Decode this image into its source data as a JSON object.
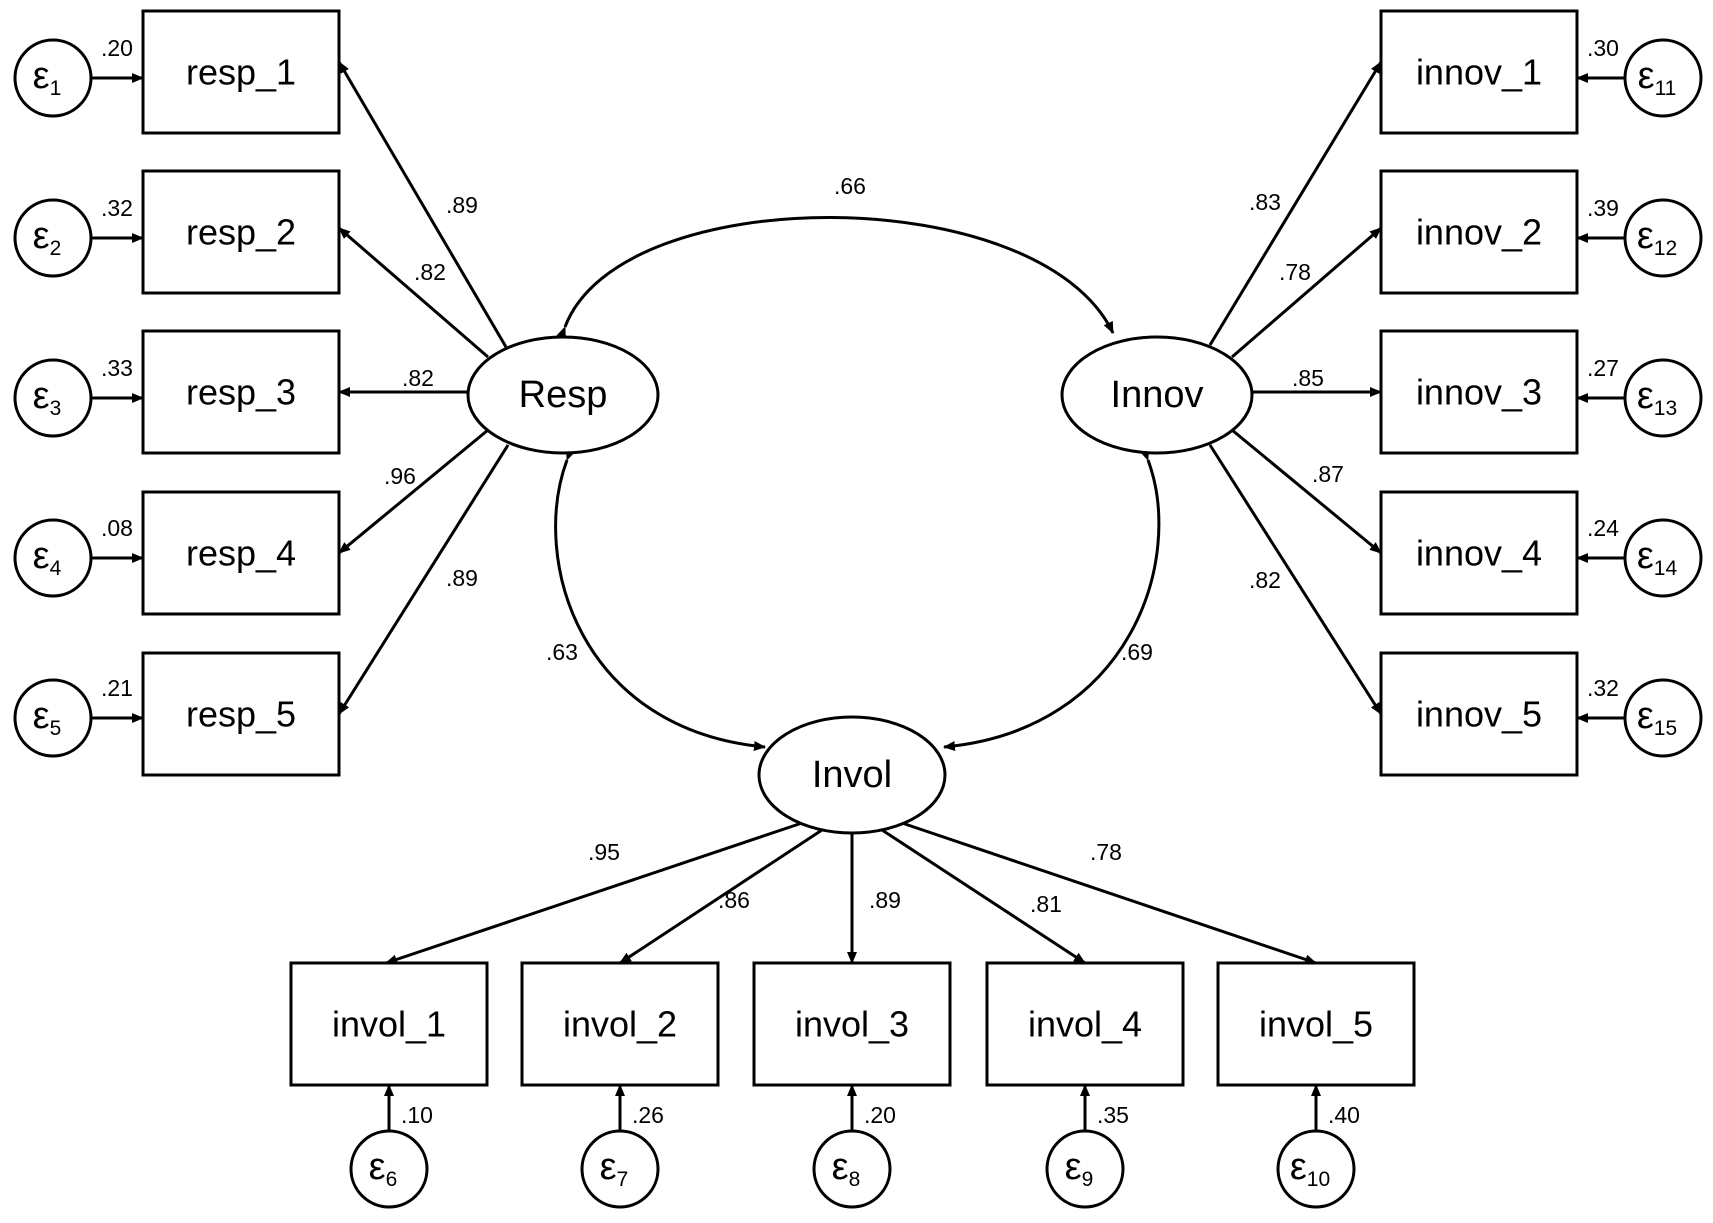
{
  "latents": [
    {
      "id": "resp",
      "label": "Resp"
    },
    {
      "id": "innov",
      "label": "Innov"
    },
    {
      "id": "invol",
      "label": "Invol"
    }
  ],
  "indicators": [
    {
      "id": "resp_1",
      "label": "resp_1",
      "latent": "resp",
      "loading": ".89",
      "error_symbol": "ε",
      "error_index": "1",
      "error_variance": ".20"
    },
    {
      "id": "resp_2",
      "label": "resp_2",
      "latent": "resp",
      "loading": ".82",
      "error_symbol": "ε",
      "error_index": "2",
      "error_variance": ".32"
    },
    {
      "id": "resp_3",
      "label": "resp_3",
      "latent": "resp",
      "loading": ".82",
      "error_symbol": "ε",
      "error_index": "3",
      "error_variance": ".33"
    },
    {
      "id": "resp_4",
      "label": "resp_4",
      "latent": "resp",
      "loading": ".96",
      "error_symbol": "ε",
      "error_index": "4",
      "error_variance": ".08"
    },
    {
      "id": "resp_5",
      "label": "resp_5",
      "latent": "resp",
      "loading": ".89",
      "error_symbol": "ε",
      "error_index": "5",
      "error_variance": ".21"
    },
    {
      "id": "invol_1",
      "label": "invol_1",
      "latent": "invol",
      "loading": ".95",
      "error_symbol": "ε",
      "error_index": "6",
      "error_variance": ".10"
    },
    {
      "id": "invol_2",
      "label": "invol_2",
      "latent": "invol",
      "loading": ".86",
      "error_symbol": "ε",
      "error_index": "7",
      "error_variance": ".26"
    },
    {
      "id": "invol_3",
      "label": "invol_3",
      "latent": "invol",
      "loading": ".89",
      "error_symbol": "ε",
      "error_index": "8",
      "error_variance": ".20"
    },
    {
      "id": "invol_4",
      "label": "invol_4",
      "latent": "invol",
      "loading": ".81",
      "error_symbol": "ε",
      "error_index": "9",
      "error_variance": ".35"
    },
    {
      "id": "invol_5",
      "label": "invol_5",
      "latent": "invol",
      "loading": ".78",
      "error_symbol": "ε",
      "error_index": "10",
      "error_variance": ".40"
    },
    {
      "id": "innov_1",
      "label": "innov_1",
      "latent": "innov",
      "loading": ".83",
      "error_symbol": "ε",
      "error_index": "11",
      "error_variance": ".30"
    },
    {
      "id": "innov_2",
      "label": "innov_2",
      "latent": "innov",
      "loading": ".78",
      "error_symbol": "ε",
      "error_index": "12",
      "error_variance": ".39"
    },
    {
      "id": "innov_3",
      "label": "innov_3",
      "latent": "innov",
      "loading": ".85",
      "error_symbol": "ε",
      "error_index": "13",
      "error_variance": ".27"
    },
    {
      "id": "innov_4",
      "label": "innov_4",
      "latent": "innov",
      "loading": ".87",
      "error_symbol": "ε",
      "error_index": "14",
      "error_variance": ".24"
    },
    {
      "id": "innov_5",
      "label": "innov_5",
      "latent": "innov",
      "loading": ".82",
      "error_symbol": "ε",
      "error_index": "15",
      "error_variance": ".32"
    }
  ],
  "covariances": [
    {
      "from": "resp",
      "to": "innov",
      "value": ".66"
    },
    {
      "from": "resp",
      "to": "invol",
      "value": ".63"
    },
    {
      "from": "innov",
      "to": "invol",
      "value": ".69"
    }
  ]
}
